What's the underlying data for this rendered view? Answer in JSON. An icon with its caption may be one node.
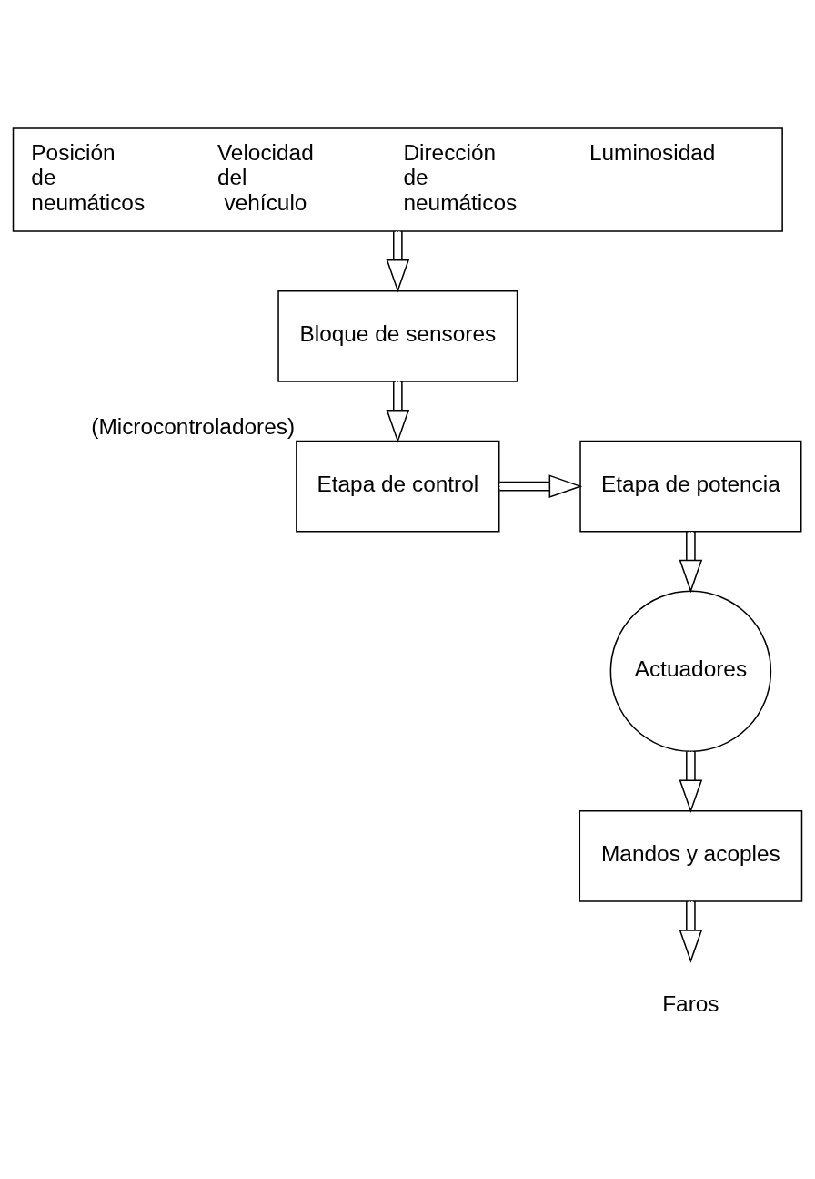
{
  "diagram": {
    "nodes": [
      {
        "text": [
          "Posición de neumáticos",
          "Velocidad del vehículo",
          "Dirección de neumáticos",
          "Luminosidad"
        ]
      },
      {
        "text": [
          "Bloque de sensores"
        ]
      },
      {
        "text": [
          "Etapa de control"
        ],
        "beside": [
          "(Microcontroladores)"
        ]
      },
      {
        "text": [
          "Etapa de potencia"
        ]
      },
      {
        "text": [
          "Actuadores"
        ]
      },
      {
        "text": [
          "Mandos y acoples"
        ]
      },
      {
        "text": [
          "Faros"
        ]
      }
    ],
    "edges": [
      {
        "from": 0,
        "to": 1,
        "arrow": "to"
      },
      {
        "from": 1,
        "to": 2,
        "arrow": "to"
      },
      {
        "from": 2,
        "to": 3,
        "arrow": "to"
      },
      {
        "from": 3,
        "to": 4,
        "arrow": "to"
      },
      {
        "from": 4,
        "to": 5,
        "arrow": "to"
      },
      {
        "from": 5,
        "to": 6,
        "arrow": "to"
      }
    ]
  }
}
